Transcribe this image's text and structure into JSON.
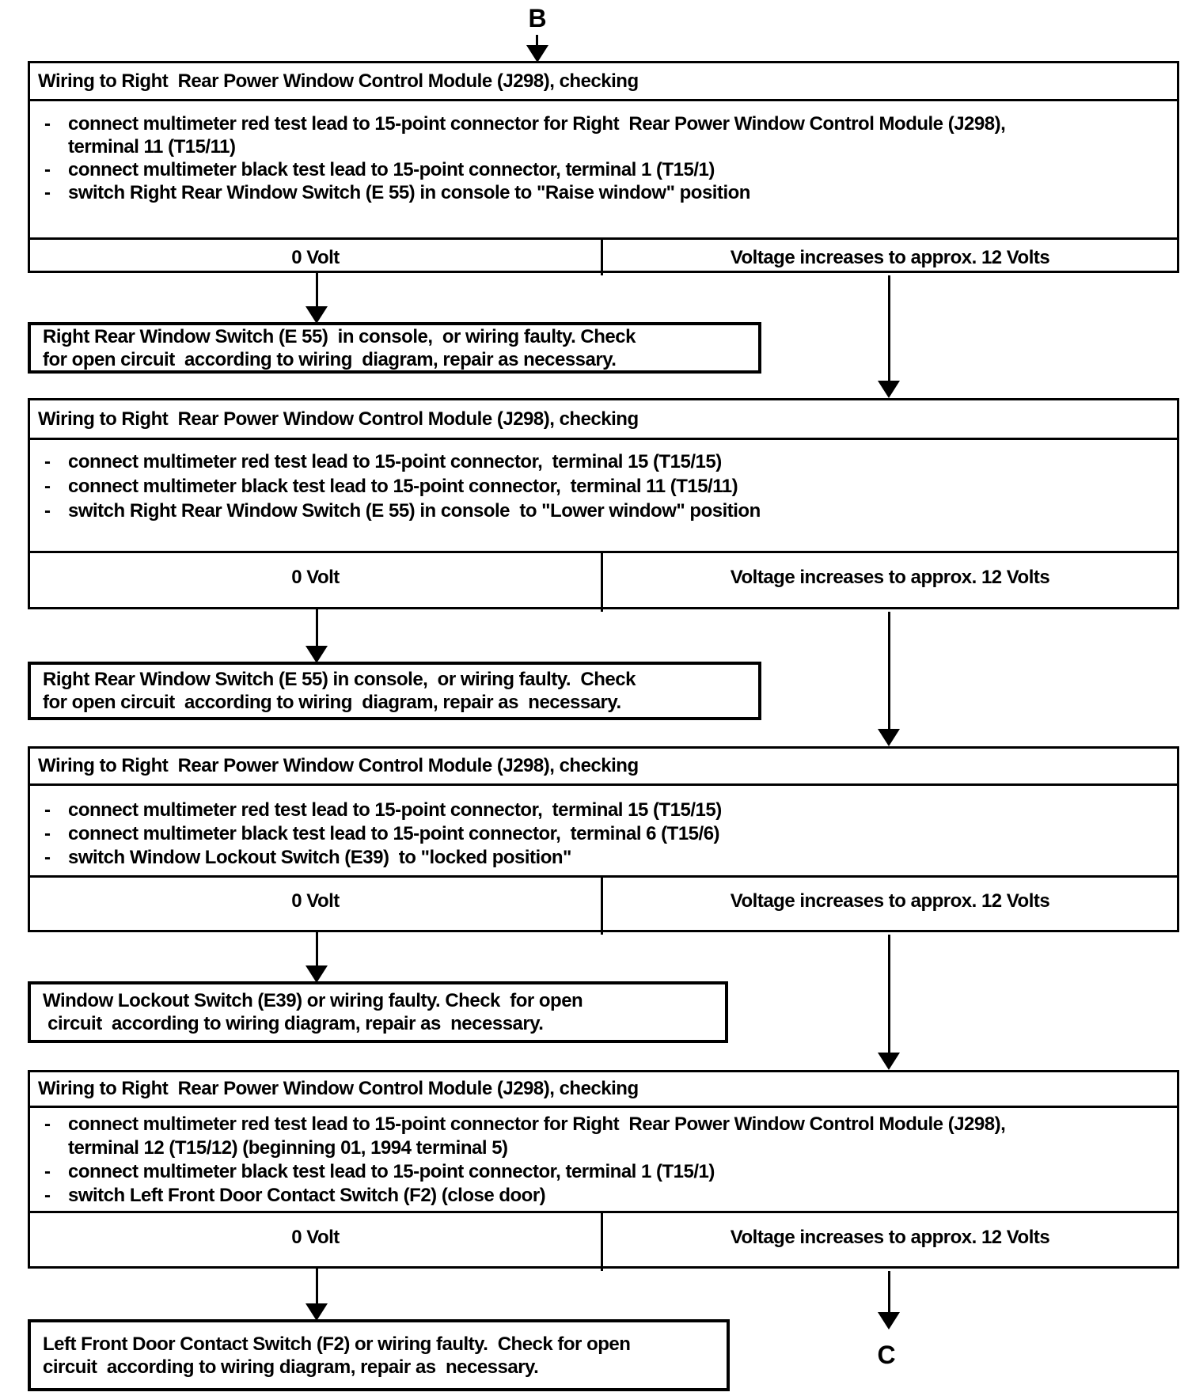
{
  "page": {
    "background": "#ffffff",
    "line_color": "#000000"
  },
  "labels": {
    "entry": "B",
    "exit": "C"
  },
  "steps": [
    {
      "title": "Wiring to Right  Rear Power Window Control Module (J298), checking",
      "bullets": [
        [
          "connect multimeter red test lead to 15-point connector for Right  Rear Power Window Control Module (J298),",
          "terminal 11 (T15/11)"
        ],
        [
          "connect multimeter black test lead to 15-point connector, terminal 1 (T15/1)"
        ],
        [
          "switch Right Rear Window Switch (E 55) in console to \"Raise window\" position"
        ]
      ],
      "result_left": "0 Volt",
      "result_right": "Voltage increases to approx. 12 Volts",
      "fault_lines": [
        "Right Rear Window Switch (E 55)  in console,  or wiring faulty. Check",
        "for open circuit  according to wiring  diagram, repair as necessary."
      ]
    },
    {
      "title": "Wiring to Right  Rear Power Window Control Module (J298), checking",
      "bullets": [
        [
          "connect multimeter red test lead to 15-point connector,  terminal 15 (T15/15)"
        ],
        [
          "connect multimeter black test lead to 15-point connector,  terminal 11 (T15/11)"
        ],
        [
          "switch Right Rear Window Switch (E 55) in console  to \"Lower window\" position"
        ]
      ],
      "result_left": "0 Volt",
      "result_right": "Voltage increases to approx. 12 Volts",
      "fault_lines": [
        "Right Rear Window Switch (E 55) in console,  or wiring faulty.  Check",
        "for open circuit  according to wiring  diagram, repair as  necessary."
      ]
    },
    {
      "title": "Wiring to Right  Rear Power Window Control Module (J298), checking",
      "bullets": [
        [
          "connect multimeter red test lead to 15-point connector,  terminal 15 (T15/15)"
        ],
        [
          "connect multimeter black test lead to 15-point connector,  terminal 6 (T15/6)"
        ],
        [
          "switch Window Lockout Switch (E39)  to \"locked position\""
        ]
      ],
      "result_left": "0 Volt",
      "result_right": "Voltage increases to approx. 12 Volts",
      "fault_lines": [
        "Window Lockout Switch (E39) or wiring faulty. Check  for open",
        " circuit  according to wiring diagram, repair as  necessary."
      ]
    },
    {
      "title": "Wiring to Right  Rear Power Window Control Module (J298), checking",
      "bullets": [
        [
          "connect multimeter red test lead to 15-point connector for Right  Rear Power Window Control Module (J298),",
          "terminal 12 (T15/12) (beginning 01, 1994 terminal 5)"
        ],
        [
          "connect multimeter black test lead to 15-point connector, terminal 1 (T15/1)"
        ],
        [
          "switch Left Front Door Contact Switch (F2) (close door)"
        ]
      ],
      "result_left": "0 Volt",
      "result_right": "Voltage increases to approx. 12 Volts",
      "fault_lines": [
        "Left Front Door Contact Switch (F2) or wiring faulty.  Check for open",
        "circuit  according to wiring diagram, repair as  necessary."
      ]
    }
  ]
}
